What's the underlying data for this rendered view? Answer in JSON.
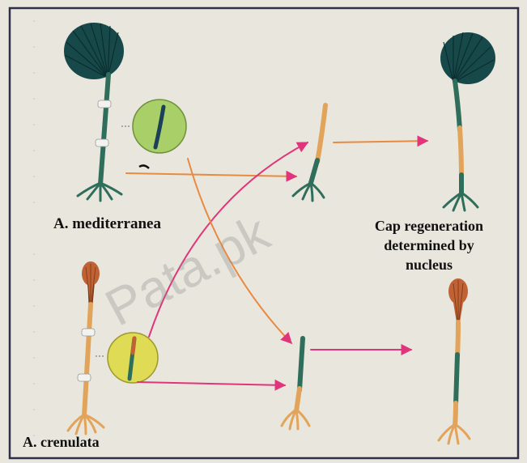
{
  "labels": {
    "mediterranea": "A. mediterranea",
    "crenulata": "A. crenulata",
    "cap_regeneration": [
      "Cap regeneration",
      "determined by",
      "nucleus"
    ]
  },
  "watermark": "Pata.pk",
  "colors": {
    "frame": "#2e2e48",
    "mediterranea_cap": "#17494a",
    "crenulata_cap": "#c06234",
    "stalk_green": "#2f6e5a",
    "stalk_orange": "#e2a45a",
    "nucleus_med": "#a9cf68",
    "nucleus_cren": "#dfdb55",
    "arrow_pink": "#e0357a",
    "arrow_orange": "#e88a42"
  }
}
